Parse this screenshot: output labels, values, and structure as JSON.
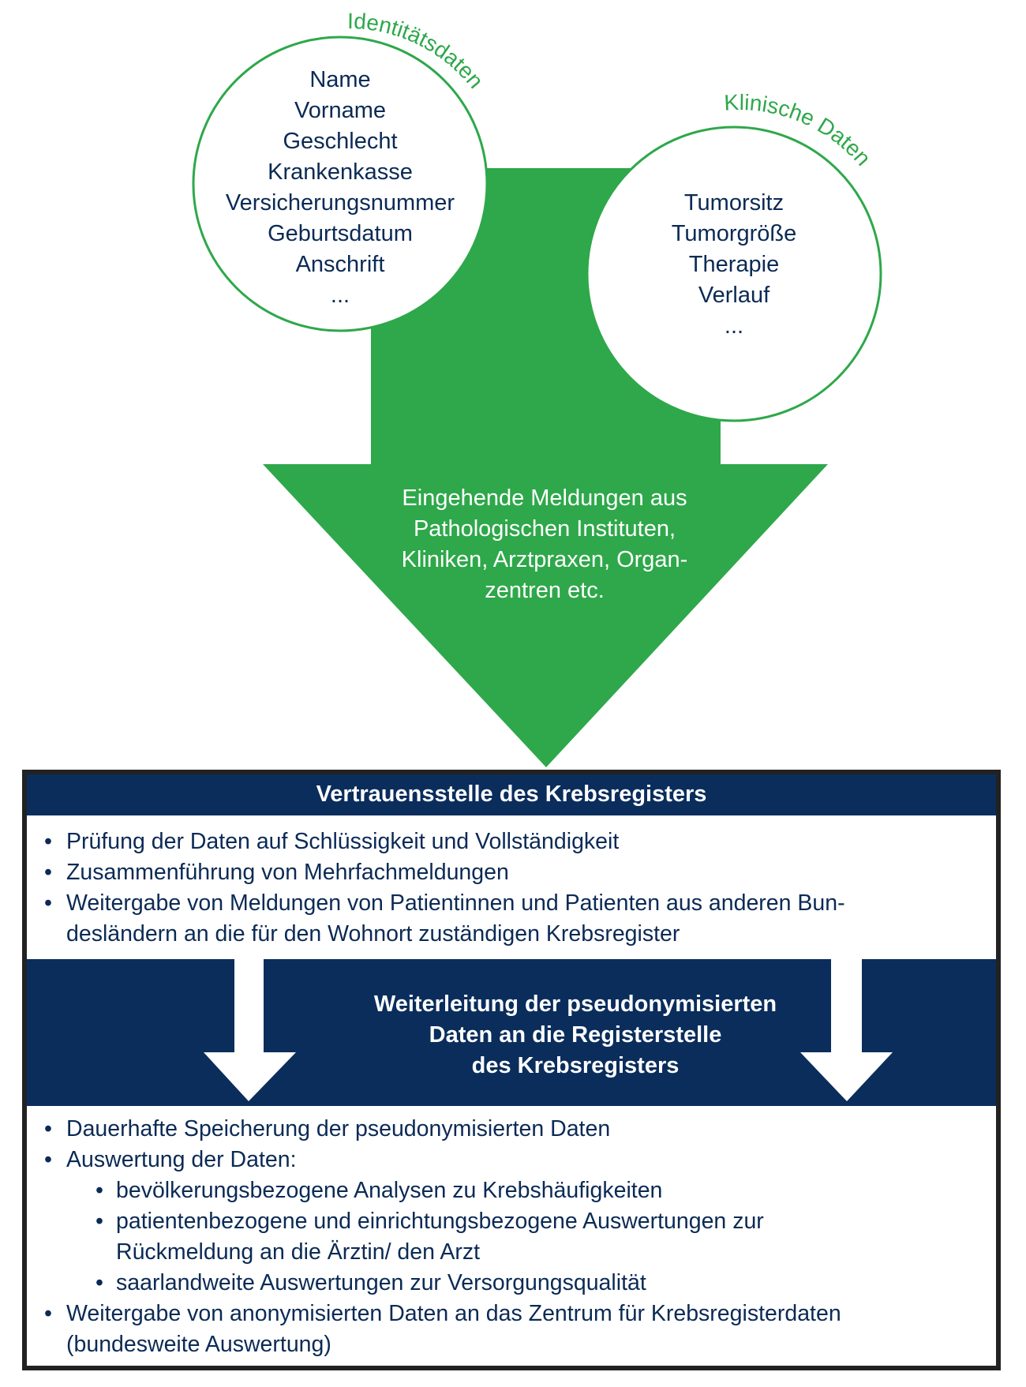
{
  "identity": {
    "label": "Identitätsdaten",
    "items": [
      "Name",
      "Vorname",
      "Geschlecht",
      "Krankenkasse",
      "Versicherungsnummer",
      "Geburtsdatum",
      "Anschrift",
      "..."
    ]
  },
  "clinical": {
    "label": "Klinische Daten",
    "items": [
      "Tumorsitz",
      "Tumorgröße",
      "Therapie",
      "Verlauf",
      "..."
    ]
  },
  "incoming": {
    "lines": [
      "Eingehende Meldungen aus",
      "Pathologischen Instituten,",
      "Kliniken, Arztpraxen, Organ-",
      "zentren etc."
    ]
  },
  "trust_office": {
    "title": "Vertrauensstelle des Krebsregisters",
    "bullets": [
      "Prüfung der Daten auf Schlüssigkeit und Vollständigkeit",
      "Zusammenführung von Mehrfachmeldungen",
      "Weitergabe von Meldungen von Patientinnen und Patienten aus anderen Bundesländern an die für den Wohnort zuständigen Krebsregister"
    ],
    "bullet3_lines": [
      "Weitergabe von Meldungen von Patientinnen und Patienten aus anderen Bun-",
      "desländern an die für den Wohnort zuständigen Krebsregister"
    ]
  },
  "forwarding": {
    "lines": [
      "Weiterleitung der pseudonymisierten",
      "Daten an die Registerstelle",
      "des Krebsregisters"
    ]
  },
  "registry": {
    "bullets": [
      "Dauerhafte Speicherung der pseudonymisierten Daten",
      "Auswertung der Daten:"
    ],
    "sub_bullets": [
      "bevölkerungsbezogene Analysen zu Krebshäufigkeiten",
      "patientenbezogene und einrichtungsbezogene Auswertungen zur",
      "Rückmeldung an die Ärztin/ den Arzt",
      "saarlandweite Auswertungen zur Versorgungsqualität"
    ],
    "last_bullet": [
      "Weitergabe von anonymisierten Daten an das Zentrum für Krebsregisterdaten",
      "(bundesweite Auswertung)"
    ]
  },
  "colors": {
    "green": "#2ea84a",
    "navy": "#0a2d5c",
    "text": "#0b2a55"
  }
}
